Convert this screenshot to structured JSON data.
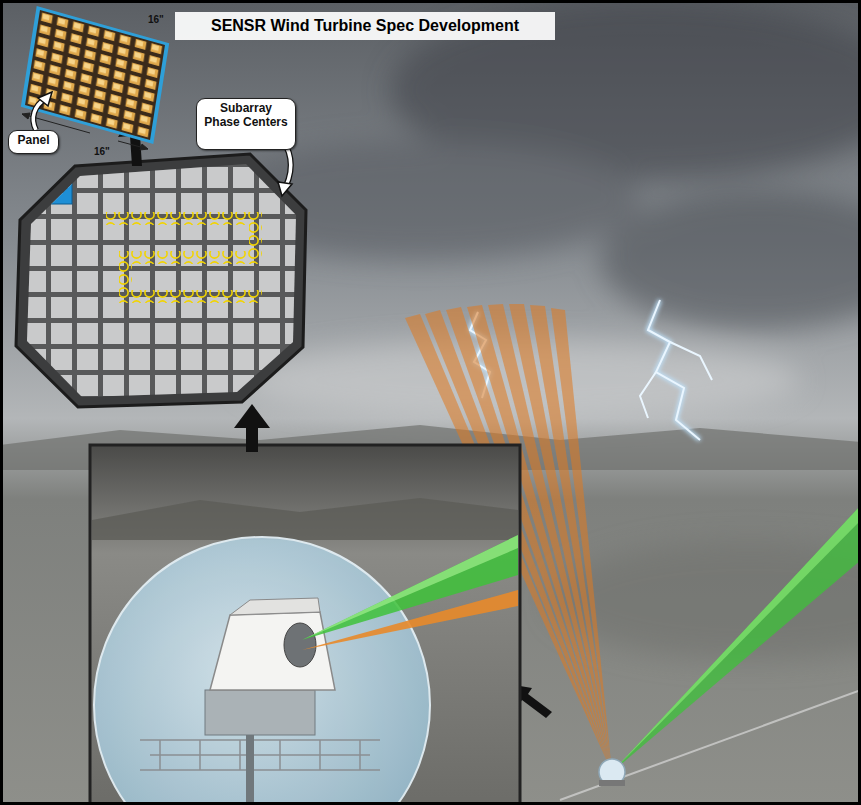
{
  "diagram": {
    "title": "SENSR Wind Turbine Spec Development",
    "nodes": [
      {
        "text": [
          "Panel"
        ]
      },
      {
        "text": [
          "Subarray Phase Centers"
        ]
      }
    ],
    "labels": [
      "16\"",
      "16\""
    ]
  }
}
